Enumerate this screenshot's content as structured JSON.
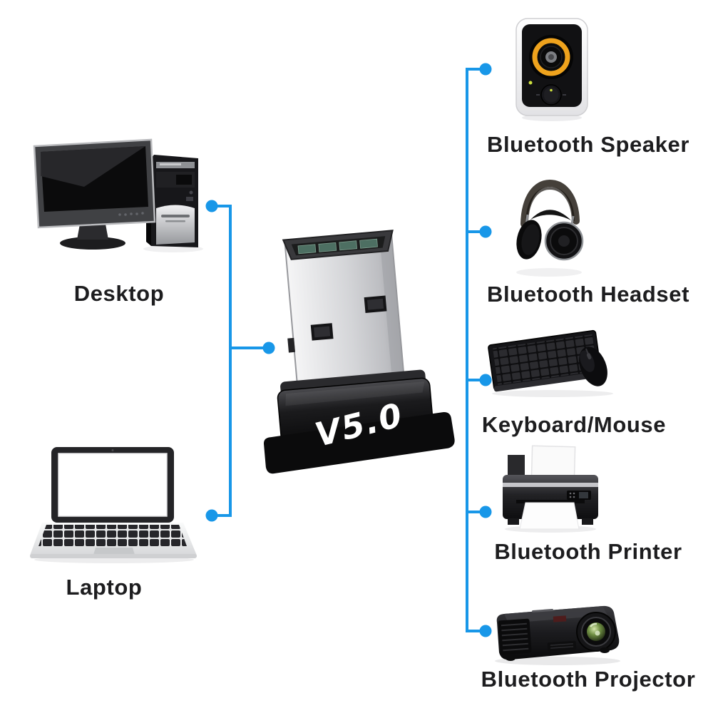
{
  "accent_color": "#1897e8",
  "label_color": "#1d1d1f",
  "adapter": {
    "version_label": "V5.0"
  },
  "left_column": {
    "devices": [
      {
        "id": "desktop",
        "label": "Desktop"
      },
      {
        "id": "laptop",
        "label": "Laptop"
      }
    ]
  },
  "right_column": {
    "devices": [
      {
        "id": "bluetooth-speaker",
        "label": "Bluetooth Speaker"
      },
      {
        "id": "bluetooth-headset",
        "label": "Bluetooth Headset"
      },
      {
        "id": "keyboard-mouse",
        "label": "Keyboard/Mouse"
      },
      {
        "id": "bluetooth-printer",
        "label": "Bluetooth Printer"
      },
      {
        "id": "bluetooth-projector",
        "label": "Bluetooth Projector"
      }
    ]
  }
}
